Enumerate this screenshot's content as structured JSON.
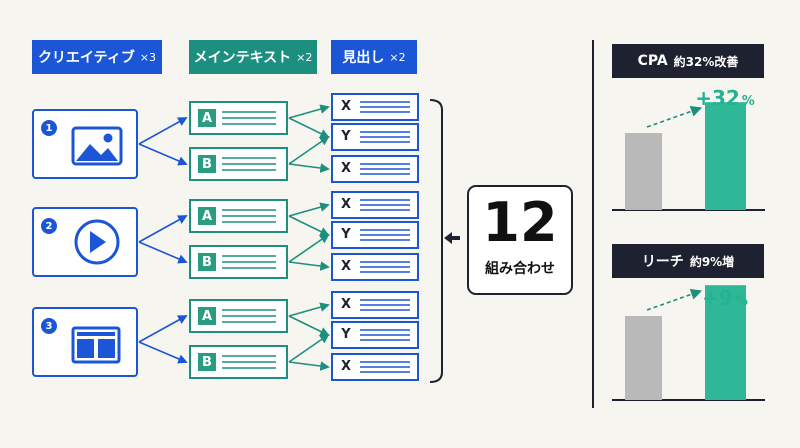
{
  "headers": {
    "creative": {
      "label": "クリエイティブ",
      "mult": "×3"
    },
    "main_text": {
      "label": "メインテキスト",
      "mult": "×2"
    },
    "headline": {
      "label": "見出し",
      "mult": "×2"
    }
  },
  "creatives": [
    {
      "number": "1",
      "icon": "image-icon"
    },
    {
      "number": "2",
      "icon": "play-icon"
    },
    {
      "number": "3",
      "icon": "layout-icon"
    }
  ],
  "text_options": [
    "A",
    "B"
  ],
  "headline_options": [
    "X",
    "Y",
    "X"
  ],
  "result": {
    "number": "12",
    "label": "組み合わせ"
  },
  "metrics": [
    {
      "title": "CPA",
      "subtitle": "約32%改善",
      "change": "+32",
      "unit": "%",
      "before": 0.55,
      "after": 0.77
    },
    {
      "title": "リーチ",
      "subtitle": "約9%増",
      "change": "+9",
      "unit": "%",
      "before": 0.6,
      "after": 0.82
    }
  ],
  "colors": {
    "blue": "#1b56d6",
    "teal": "#1d8f7e",
    "green_bar": "#2eb897",
    "gray_bar": "#b9b9b9",
    "dark": "#1e2230",
    "background": "#f7f5f0"
  }
}
